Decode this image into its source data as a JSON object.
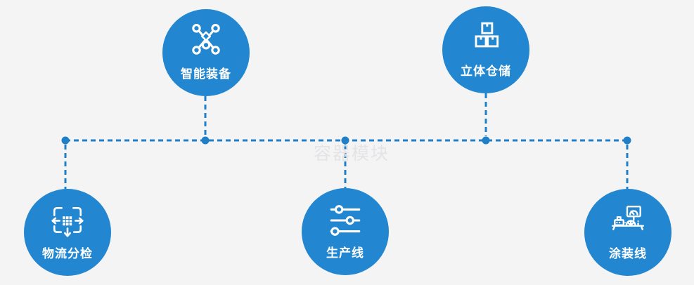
{
  "diagram": {
    "watermark": "容器模块",
    "nodes": [
      {
        "label": "智能装备",
        "icon": "network-nodes-icon",
        "position": "top-left"
      },
      {
        "label": "立体仓储",
        "icon": "stacked-boxes-icon",
        "position": "top-right"
      },
      {
        "label": "物流分检",
        "icon": "move-arrows-icon",
        "position": "bottom-left"
      },
      {
        "label": "生产线",
        "icon": "sliders-icon",
        "position": "bottom-center"
      },
      {
        "label": "涂装线",
        "icon": "machine-monitor-icon",
        "position": "bottom-right"
      }
    ]
  },
  "colors": {
    "circle_blue": "#2287d0",
    "connector_blue": "#1f7fc7",
    "background": "#f4f4f5",
    "label_text": "#ffffff",
    "watermark_text": "#e4e4e6"
  }
}
